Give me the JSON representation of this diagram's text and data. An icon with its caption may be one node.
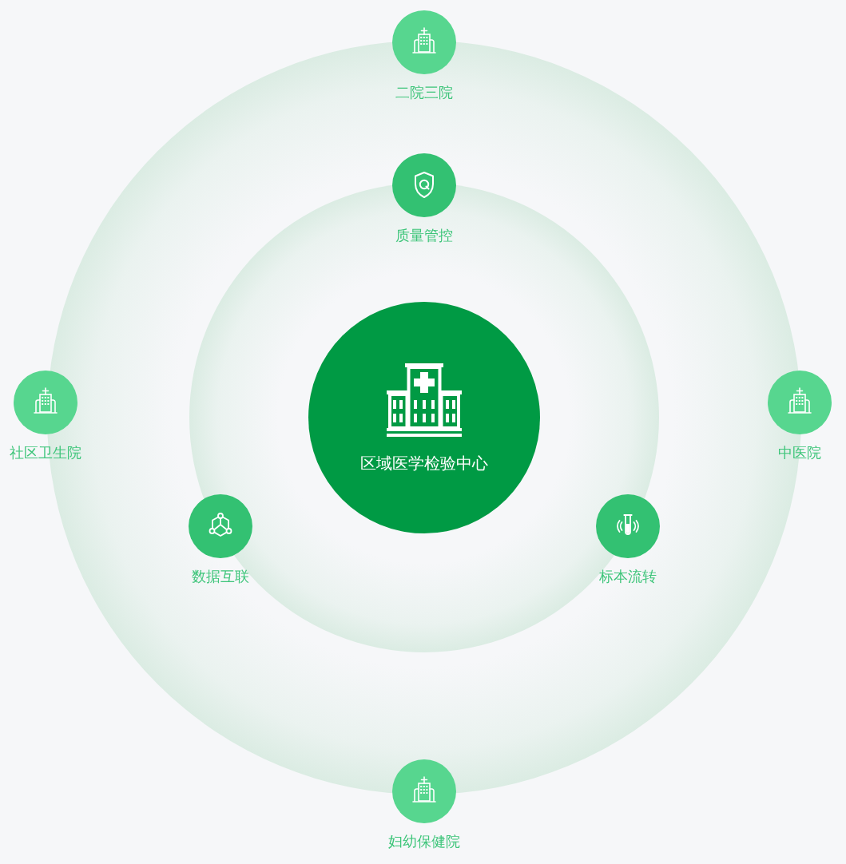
{
  "diagram": {
    "nodes": [
      {
        "text": [
          "二院三院"
        ]
      },
      {
        "text": [
          "质量管控"
        ]
      },
      {
        "text": [
          "社区卫生院"
        ]
      },
      {
        "text": [
          "区域医学检验中心"
        ]
      },
      {
        "text": [
          "中医院"
        ]
      },
      {
        "text": [
          "数据互联"
        ]
      },
      {
        "text": [
          "标本流转"
        ]
      },
      {
        "text": [
          "妇幼保健院"
        ]
      }
    ]
  }
}
